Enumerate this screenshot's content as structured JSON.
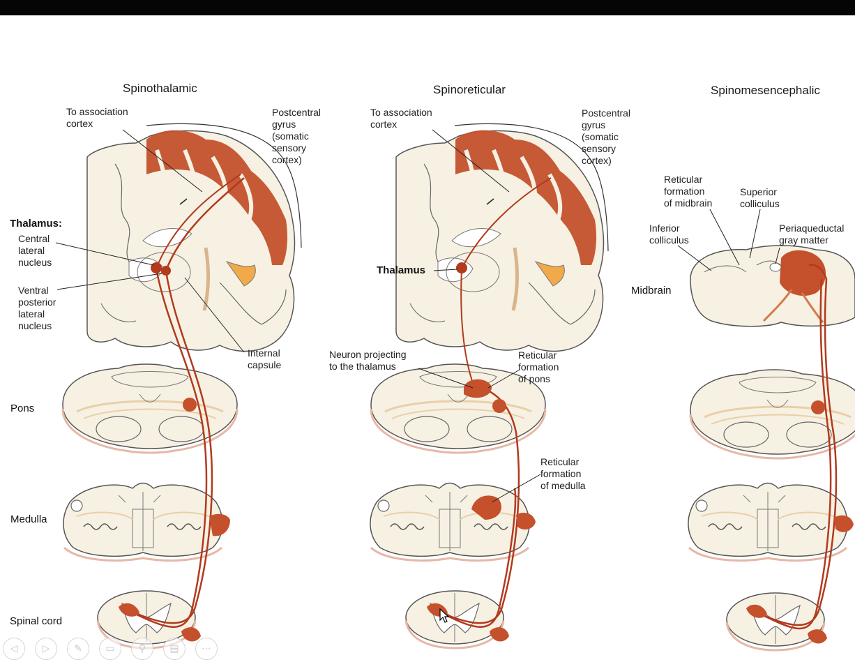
{
  "columns": [
    {
      "title": "Spinothalamic",
      "labels": {
        "to_association": "To association\ncortex",
        "postcentral": "Postcentral\ngyrus\n(somatic\nsensory\ncortex)",
        "thalamus_heading": "Thalamus:",
        "central_lateral": "Central\nlateral\nnucleus",
        "ventral_posterior": "Ventral\nposterior\nlateral\nnucleus",
        "internal_capsule": "Internal\ncapsule"
      }
    },
    {
      "title": "Spinoreticular",
      "labels": {
        "to_association": "To association\ncortex",
        "postcentral": "Postcentral\ngyrus\n(somatic\nsensory\ncortex)",
        "thalamus": "Thalamus",
        "neuron_projecting": "Neuron projecting\nto the thalamus",
        "reticular_pons": "Reticular\nformation\nof pons",
        "reticular_medulla": "Reticular\nformation\nof medulla"
      }
    },
    {
      "title": "Spinomesencephalic",
      "labels": {
        "reticular_midbrain": "Reticular\nformation\nof midbrain",
        "superior_colliculus": "Superior\ncolliculus",
        "inferior_colliculus": "Inferior\ncolliculus",
        "periaqueductal": "Periaqueductal\ngray matter",
        "midbrain": "Midbrain"
      }
    }
  ],
  "levels": {
    "pons": "Pons",
    "medulla": "Medulla",
    "spinal_cord": "Spinal cord"
  },
  "toolbar": {
    "buttons": [
      {
        "icon": "previous-icon",
        "glyph": "◁"
      },
      {
        "icon": "next-icon",
        "glyph": "▷"
      },
      {
        "icon": "pen-icon",
        "glyph": "✎"
      },
      {
        "icon": "slides-icon",
        "glyph": "▭"
      },
      {
        "icon": "zoom-icon",
        "glyph": "⚲"
      },
      {
        "icon": "subtitles-icon",
        "glyph": "▤"
      },
      {
        "icon": "more-options-icon",
        "glyph": "⋯"
      }
    ]
  },
  "colors": {
    "pathway": "#b23a1d",
    "highlight": "#c4512c",
    "tissue": "#f6f1e3",
    "outline": "#555555"
  }
}
